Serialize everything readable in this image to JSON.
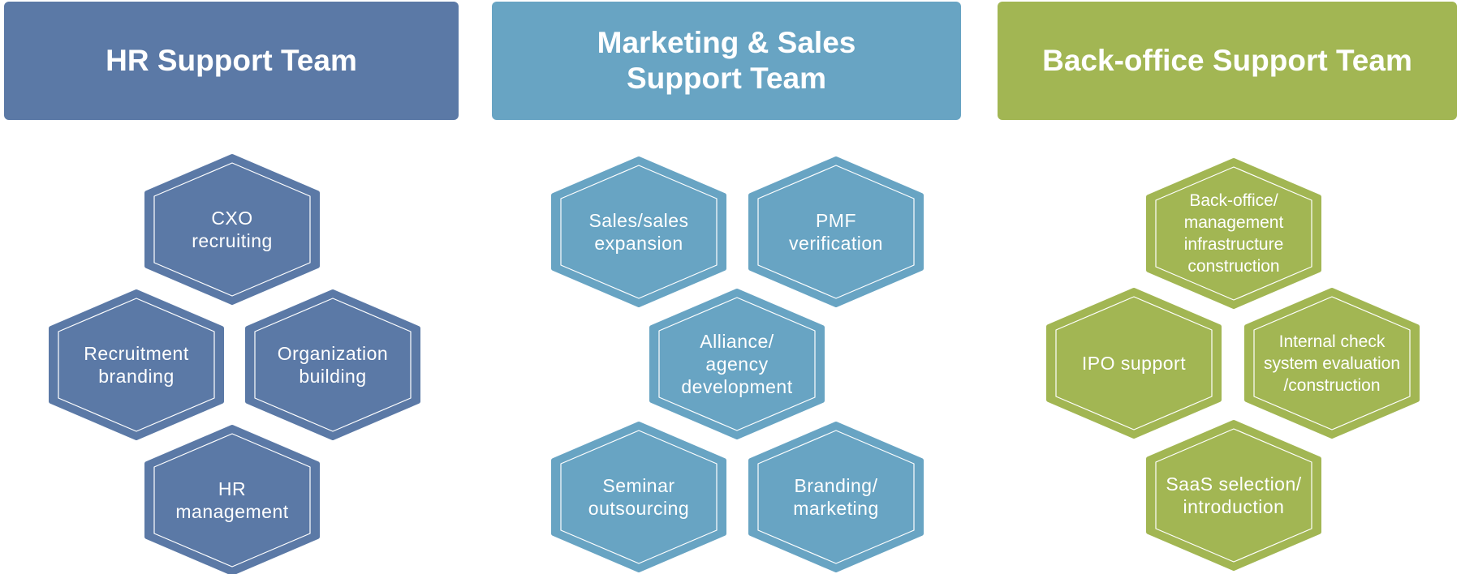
{
  "colors": {
    "hr": "#5b79a6",
    "marketing_sales": "#68a4c3",
    "back_office": "#a2b653",
    "inner_outline": "#ffffff"
  },
  "teams": [
    {
      "title": "HR Support Team",
      "items": [
        "CXO\nrecruiting",
        "Recruitment\nbranding",
        "Organization\nbuilding",
        "HR\nmanagement"
      ]
    },
    {
      "title": "Marketing & Sales\nSupport Team",
      "items": [
        "Sales/sales\nexpansion",
        "PMF\nverification",
        "Alliance/\nagency\ndevelopment",
        "Seminar\noutsourcing",
        "Branding/\nmarketing"
      ]
    },
    {
      "title": "Back-office Support Team",
      "items": [
        "Back-office/\nmanagement\ninfrastructure\nconstruction",
        "IPO support",
        "Internal check\nsystem evaluation\n/construction",
        "SaaS selection/\nintroduction"
      ]
    }
  ]
}
